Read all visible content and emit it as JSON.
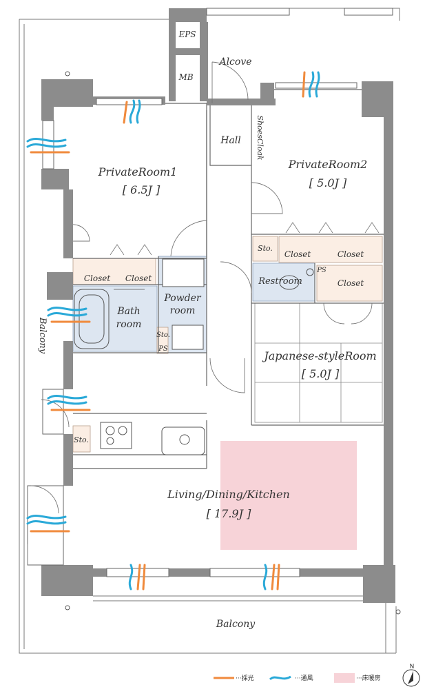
{
  "rooms": {
    "eps": "EPS",
    "mb": "MB",
    "alcove": "Alcove",
    "hall": "Hall",
    "shoes_cloak": "ShoesCloak",
    "private_room_1": {
      "name": "PrivateRoom1",
      "size": "[ 6.5J ]"
    },
    "private_room_2": {
      "name": "PrivateRoom2",
      "size": "[ 5.0J ]"
    },
    "bath_room_line1": "Bath",
    "bath_room_line2": "room",
    "powder_room_line1": "Powder",
    "powder_room_line2": "room",
    "restroom": "Restroom",
    "japanese_room": {
      "name": "Japanese-styleRoom",
      "size": "[ 5.0J ]"
    },
    "ldk": {
      "name": "Living/Dining/Kitchen",
      "size": "[ 17.9J ]"
    },
    "balcony_side": "Balcony",
    "balcony_bottom": "Balcony"
  },
  "storage": {
    "closet_pr1_a": "Closet",
    "closet_pr1_b": "Closet",
    "closet_pr2_a": "Closet",
    "closet_pr2_b": "Closet",
    "closet_restroom": "Closet",
    "sto_pr2": "Sto.",
    "sto_bath": "Sto.",
    "sto_kitchen": "Sto.",
    "ps_bath": "PS",
    "ps_restroom": "PS"
  },
  "legend": {
    "daylight": "···採光",
    "ventilation": "···通風",
    "floor_heating": "···床暖房"
  },
  "compass": "N",
  "colors": {
    "wall": "#8c8c8c",
    "closet_fill": "#fbeee4",
    "wet_fill": "#dde6f1",
    "floor_heating": "#f7d3d8",
    "daylight_arrow": "#f08a3c",
    "ventilation_arrow": "#2aa9d8"
  }
}
